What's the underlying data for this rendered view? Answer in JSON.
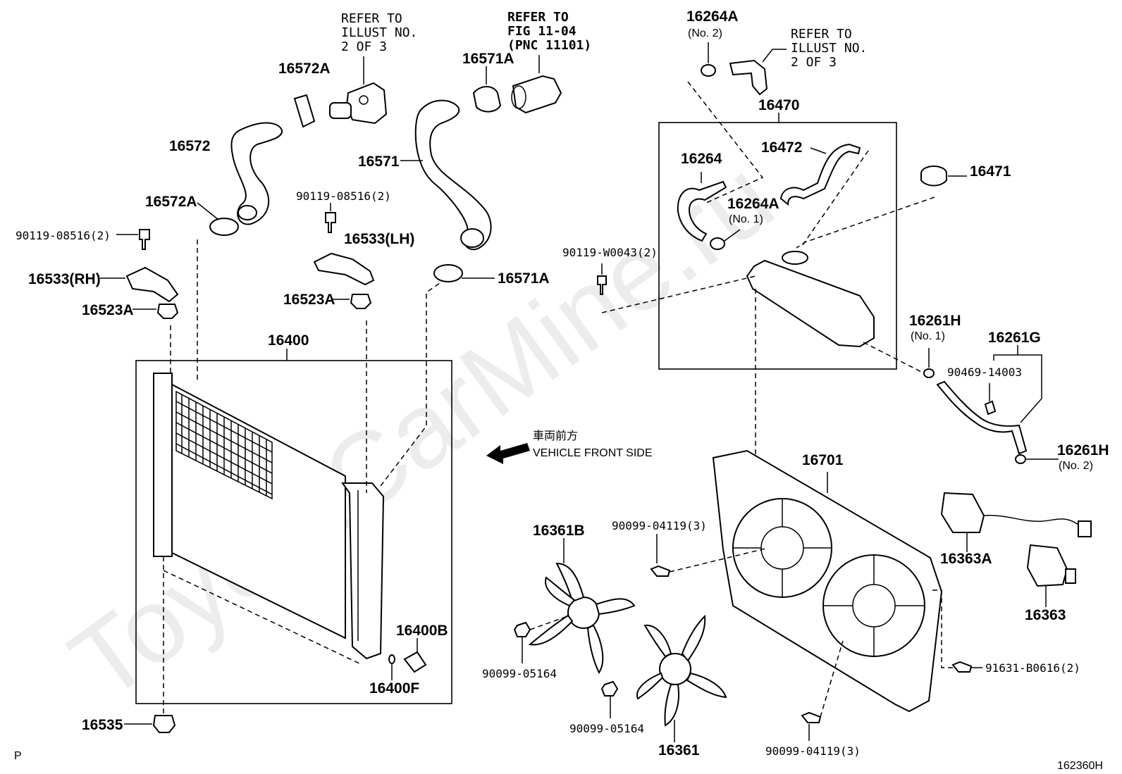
{
  "watermark": "ToyotaCarMine.ru",
  "figure": {
    "id": "162360H",
    "page_mark": "P"
  },
  "direction": {
    "japanese": "車両前方",
    "english": "VEHICLE FRONT SIDE"
  },
  "refs": {
    "thermostat": [
      "REFER TO",
      "ILLUST NO.",
      "2 OF 3"
    ],
    "inlet_pipe": [
      "REFER TO",
      "FIG 11-04",
      "(PNC 11101)"
    ],
    "reserve_pipe": [
      "REFER TO",
      "ILLUST NO.",
      "2 OF 3"
    ]
  },
  "parts": {
    "p16572A_top": "16572A",
    "p16572": "16572",
    "p16572A_bottom": "16572A",
    "p90119_08516_rh": "90119-08516(2)",
    "p16533_rh": "16533(RH)",
    "p16523A_rh": "16523A",
    "p90119_08516_lh": "90119-08516(2)",
    "p16533_lh": "16533(LH)",
    "p16523A_lh": "16523A",
    "p16571A_top": "16571A",
    "p16571": "16571",
    "p16571A_bottom": "16571A",
    "p16400": "16400",
    "p16400B": "16400B",
    "p16400F": "16400F",
    "p16535": "16535",
    "p16264A_no2": "16264A",
    "p16264A_no2_sub": "(No. 2)",
    "p16470": "16470",
    "p16472": "16472",
    "p16264": "16264",
    "p16264A_no1": "16264A",
    "p16264A_no1_sub": "(No. 1)",
    "p16471": "16471",
    "p90119_w0043": "90119-W0043(2)",
    "p16261H_no1": "16261H",
    "p16261H_no1_sub": "(No. 1)",
    "p16261G": "16261G",
    "p90469_14003": "90469-14003",
    "p16261H_no2": "16261H",
    "p16261H_no2_sub": "(No. 2)",
    "p16701": "16701",
    "p16361B": "16361B",
    "p90099_04119_top": "90099-04119(3)",
    "p16363A": "16363A",
    "p16363": "16363",
    "p91631_b0616": "91631-B0616(2)",
    "p90099_05164_left": "90099-05164",
    "p90099_05164_mid": "90099-05164",
    "p16361": "16361",
    "p90099_04119_bottom": "90099-04119(3)"
  }
}
